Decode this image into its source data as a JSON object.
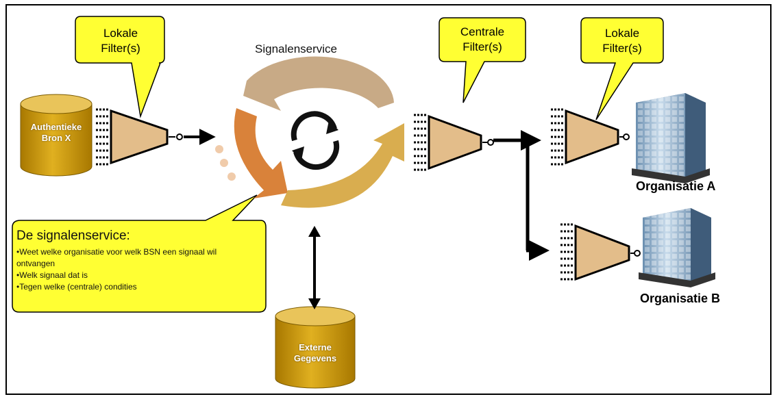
{
  "diagram": {
    "title": "Signalenservice",
    "callouts": {
      "left_local": [
        "Lokale",
        "Filter(s)"
      ],
      "central": [
        "Centrale",
        "Filter(s)"
      ],
      "right_local": [
        "Lokale",
        "Filter(s)"
      ]
    },
    "source": [
      "Authentieke",
      "Bron X"
    ],
    "external": [
      "Externe",
      "Gegevens"
    ],
    "org_a": "Organisatie A",
    "org_b": "Organisatie B",
    "info": {
      "title": "De signalenservice:",
      "items": [
        "Weet welke organisatie voor welk BSN een signaal wil ontvangen",
        "Welk signaal dat is",
        "Tegen welke (centrale) condities"
      ]
    },
    "colors": {
      "callout_fill": "#ffff33",
      "cylinder_fill": "#d4a017",
      "filter_fill": "#e3bd8a",
      "arrow_top": "#c8aa86",
      "arrow_left": "#d9823a",
      "arrow_bottom": "#d9ad4f"
    }
  }
}
